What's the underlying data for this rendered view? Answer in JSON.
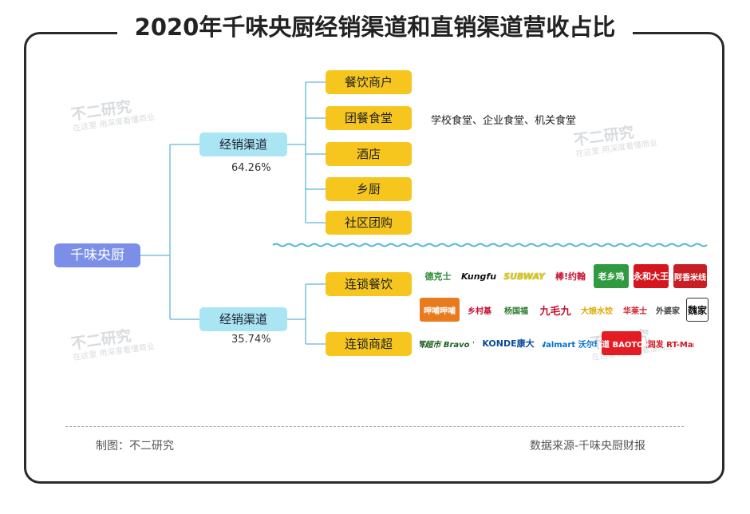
{
  "title": "2020年千味央厨经销渠道和直销渠道营收占比",
  "root": "千味央厨",
  "channels": [
    {
      "label": "经销渠道",
      "percent": "64.26%"
    },
    {
      "label": "经销渠道",
      "percent": "35.74%"
    }
  ],
  "dealer_leaves": [
    "餐饮商户",
    "团餐食堂",
    "酒店",
    "乡厨",
    "社区团购"
  ],
  "canteen_note": "学校食堂、企业食堂、机关食堂",
  "direct_leaves": [
    "连锁餐饮",
    "连锁商超"
  ],
  "watermark": {
    "main": "不二研究",
    "sub": "在这里 用深度看懂商业"
  },
  "logos": {
    "row1": [
      "德克士",
      "Kungfu",
      "SUBWAY",
      "棒!约翰",
      "老乡鸡",
      "永和大王",
      "阿香米线"
    ],
    "row2": [
      "呷哺呷哺",
      "乡村基",
      "杨国福",
      "九毛九",
      "大娘水饺",
      "华莱士",
      "外婆家",
      "魏家"
    ],
    "row3": [
      "永辉超市 Bravo YH",
      "KONDE康大",
      "Walmart 沃尔玛",
      "包道 BAOTOP",
      "大润发 RT-Mart"
    ]
  },
  "footer": {
    "left": "制图：不二研究",
    "right": "数据来源-千味央厨财报"
  },
  "colors": {
    "root": "#7b8ee8",
    "channel": "#a9e5f3",
    "leaf": "#f6c61f",
    "frame": "#2a2a2a"
  }
}
